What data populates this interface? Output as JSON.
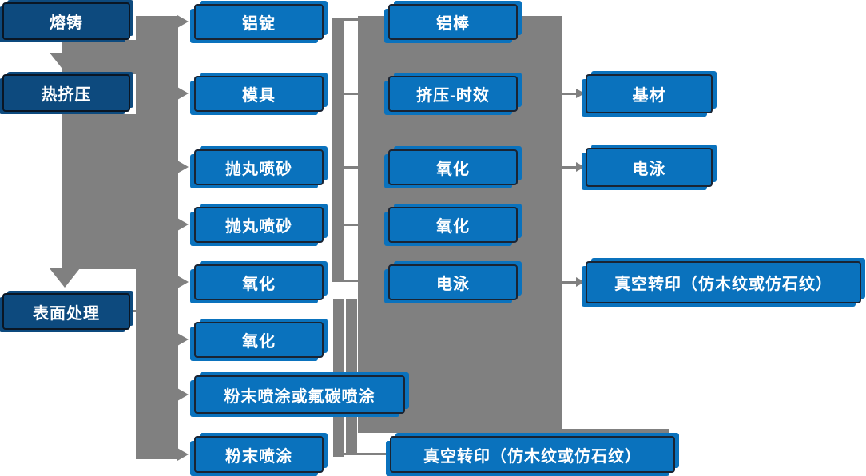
{
  "colors": {
    "primary_blue": "#0a72bd",
    "dark_navy": "#0d4a7e",
    "connector_gray": "#808080",
    "node_border": "#1a2433",
    "text_white": "#ffffff"
  },
  "diagram": {
    "description": "Aluminum profile production process flowchart",
    "col1": [
      {
        "label": "熔铸"
      },
      {
        "label": "热挤压"
      },
      {
        "label": "表面处理"
      }
    ],
    "col2": [
      {
        "label": "铝锭"
      },
      {
        "label": "模具"
      },
      {
        "label": "抛丸喷砂"
      },
      {
        "label": "抛丸喷砂"
      },
      {
        "label": "氧化"
      },
      {
        "label": "氧化"
      },
      {
        "label": "粉末喷涂或氟碳喷涂"
      },
      {
        "label": "粉末喷涂"
      }
    ],
    "col3": [
      {
        "label": "铝棒"
      },
      {
        "label": "挤压-时效"
      },
      {
        "label": "氧化"
      },
      {
        "label": "氧化"
      },
      {
        "label": "电泳"
      },
      {
        "label": "真空转印（仿木纹或仿石纹）"
      }
    ],
    "col4": [
      {
        "label": "基材"
      },
      {
        "label": "电泳"
      },
      {
        "label": "真空转印（仿木纹或仿石纹）"
      }
    ]
  }
}
